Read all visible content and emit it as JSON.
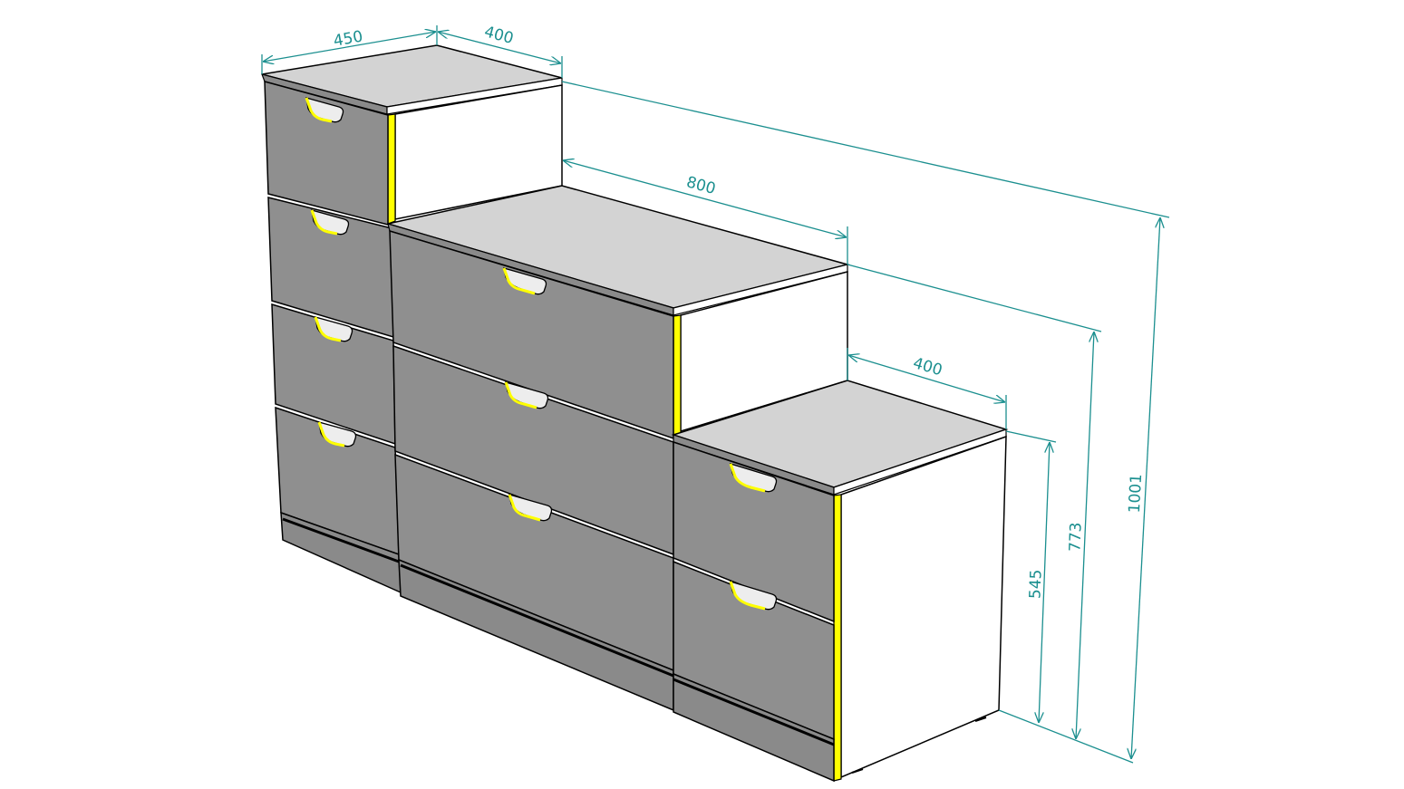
{
  "colors": {
    "drawer_front": "#8f8f8f",
    "drawer_front_dark": "#878787",
    "top_surface": "#d3d3d3",
    "side_panel": "#ffffff",
    "edge_highlight": "#ffff00",
    "handle_inner": "#ededed",
    "outline": "#000000",
    "dimension": "#1b8f8f"
  },
  "dimensions": {
    "tall_depth": "450",
    "tall_width": "400",
    "middle_width": "800",
    "right_width": "400",
    "right_height": "545",
    "middle_height": "773",
    "total_height": "1001"
  }
}
